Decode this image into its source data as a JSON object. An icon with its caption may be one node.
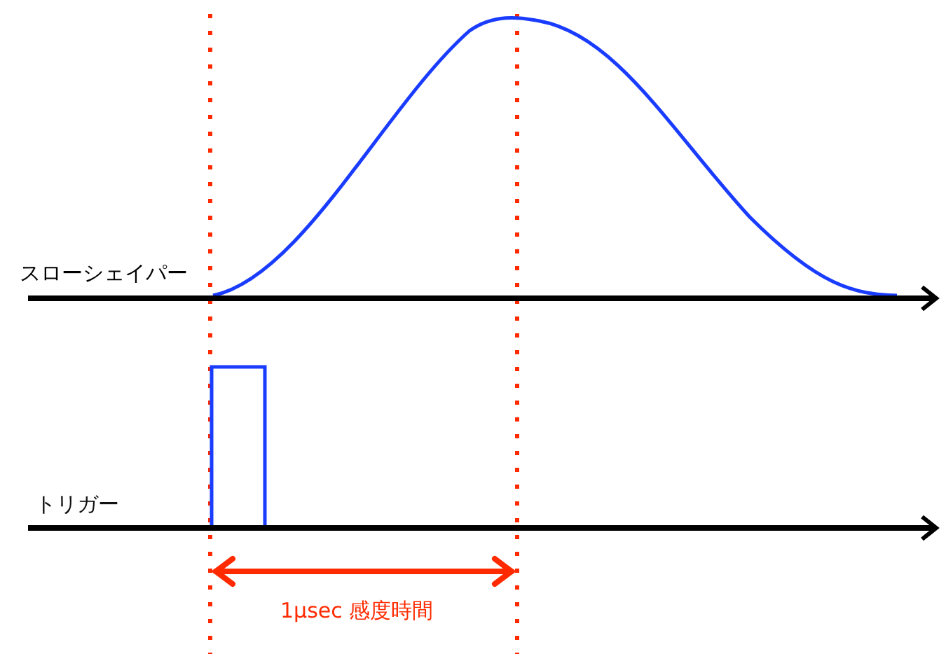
{
  "diagram": {
    "labels": [
      "スローシェイパー",
      "トリガー",
      "1μsec 感度時間"
    ]
  }
}
